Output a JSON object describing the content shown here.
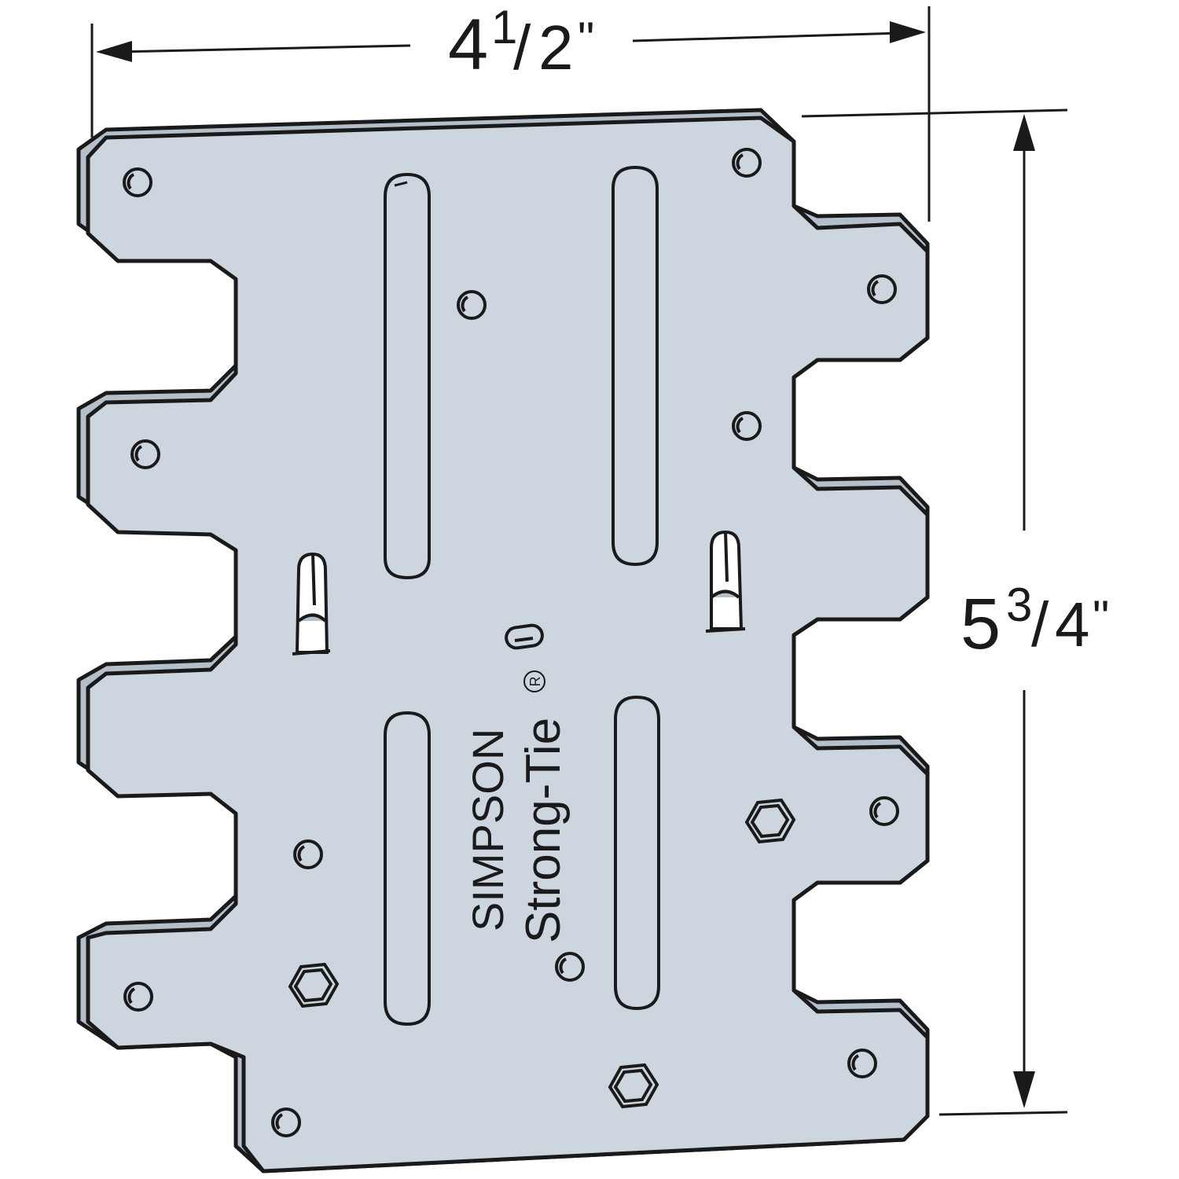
{
  "dimensions": {
    "width": {
      "whole": "4",
      "numerator": "1",
      "denominator": "2",
      "unit": "\""
    },
    "height": {
      "whole": "5",
      "numerator": "3",
      "denominator": "4",
      "unit": "\""
    }
  },
  "brand": {
    "line1": "SIMPSON",
    "line2": "Strong-Tie",
    "registered": "R"
  },
  "colors": {
    "plate_face": "#cdd6df",
    "plate_edge": "#b4bfca",
    "outline": "#1a1a1a",
    "background": "#ffffff"
  }
}
